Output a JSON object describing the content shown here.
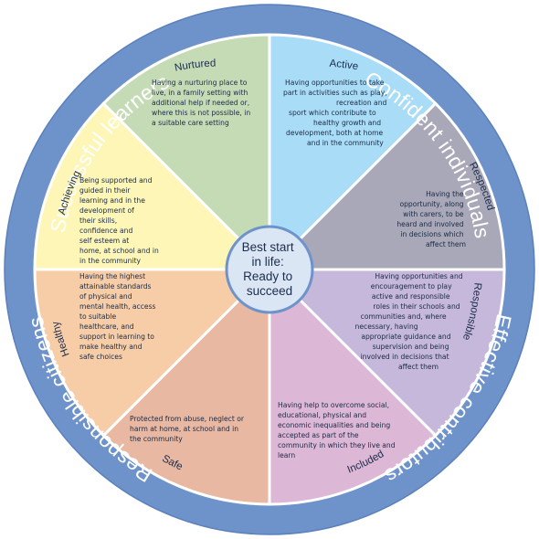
{
  "center": {
    "lines": [
      "Best start",
      "in life:",
      "Ready to",
      "succeed"
    ]
  },
  "outer_ring": [
    {
      "text": "Successful learners"
    },
    {
      "text": "Confident individuals"
    },
    {
      "text": "Effective contributors"
    },
    {
      "text": "Responsible citizens"
    }
  ],
  "segments": [
    {
      "title": "Active",
      "color": "#a9dcf7",
      "lines": [
        "Having opportunities to take",
        "part in activities such as play,",
        "recreation and",
        "sport which contribute to",
        "healthy growth and",
        "development, both at home",
        "and in the community"
      ]
    },
    {
      "title": "Respected",
      "color": "#a8a8b8",
      "lines": [
        "Having the",
        "opportunity, along",
        "with carers, to be",
        "heard and involved",
        "in decisions which",
        "affect them"
      ]
    },
    {
      "title": "Responsible",
      "color": "#c5b8da",
      "lines": [
        "Having opportunities and",
        "encouragement to play",
        "active and responsible",
        "roles in their schools and",
        "communities and, where",
        "necessary, having",
        "appropriate guidance and",
        "supervision and being",
        "involved in decisions that",
        "affect them"
      ]
    },
    {
      "title": "Included",
      "color": "#dcb7d6",
      "lines": [
        "Having help to overcome social,",
        "educational, physical and",
        "economic inequalities and being",
        "accepted as part of the",
        "community in which they live and",
        "learn"
      ]
    },
    {
      "title": "Safe",
      "color": "#e8b8a2",
      "lines": [
        "Protected from abuse, neglect or",
        "harm at home, at school and in",
        "the community"
      ]
    },
    {
      "title": "Healthy",
      "color": "#f7cda7",
      "lines": [
        "Having the highest",
        "attainable standards",
        "of physical and",
        "mental health, access",
        "to suitable",
        "healthcare, and",
        "support in learning to",
        "make healthy and",
        "safe choices"
      ]
    },
    {
      "title": "Achieving",
      "color": "#fdf6b7",
      "lines": [
        "Being supported and",
        "guided in their",
        "learning and in the",
        "development of",
        "their skills,",
        "confidence and",
        "self esteem at",
        "home, at school and in",
        "in the community"
      ]
    },
    {
      "title": "Nurtured",
      "color": "#c5dbb6",
      "lines": [
        "Having a nurturing place to",
        "live, in a family setting with",
        "additional help if needed or,",
        "where this is not possible, in",
        "a suitable care setting"
      ]
    }
  ],
  "colors": {
    "ring": "#6e93cb",
    "ring_edge": "#5b80bb",
    "separator": "#ffffff",
    "hub_fill": "#dbe6f4",
    "hub_stroke": "#6e93cb"
  }
}
